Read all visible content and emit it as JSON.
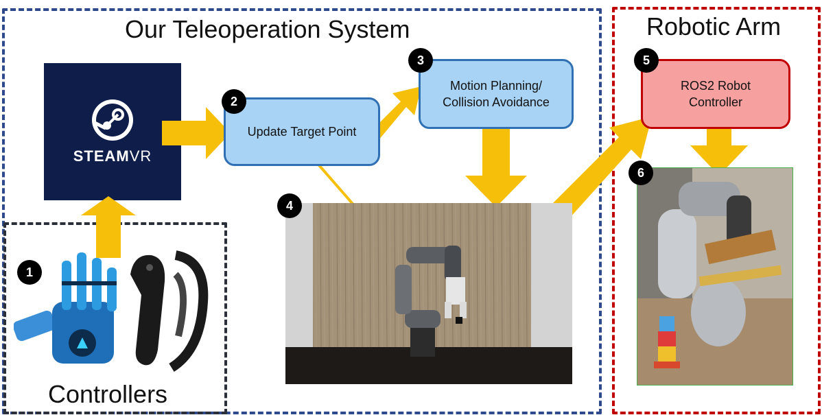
{
  "groups": {
    "teleop_title": "Our Teleoperation System",
    "robot_title": "Robotic Arm",
    "controllers_title": "Controllers"
  },
  "nodes": {
    "update_target": "Update Target Point",
    "motion_planning": "Motion Planning/ Collision Avoidance",
    "ros2": "ROS2 Robot Controller"
  },
  "steamvr": {
    "text_bold": "STEAM",
    "text_light": "VR"
  },
  "badges": [
    "1",
    "2",
    "3",
    "4",
    "5",
    "6"
  ],
  "colors": {
    "teleop_border": "#2e4a8c",
    "robot_border": "#c00000",
    "controllers_border": "#2b2f3a",
    "arrow": "#f5bf0a",
    "node_blue": "#a9d3f5",
    "node_red": "#f7a0a0"
  }
}
